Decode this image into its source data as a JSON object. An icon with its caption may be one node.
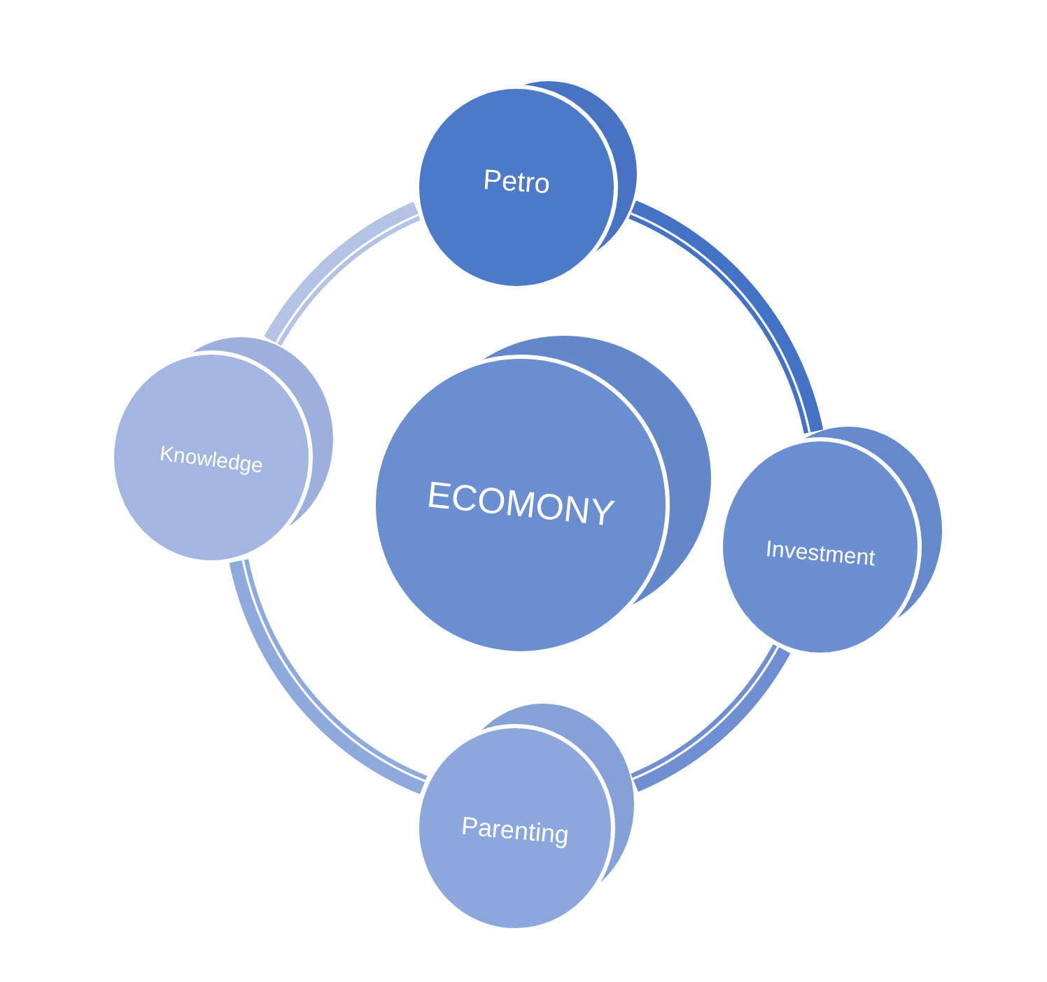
{
  "diagram": {
    "nodes": [
      {
        "text": [
          "Petro"
        ]
      },
      {
        "text": [
          "Knowledge"
        ]
      },
      {
        "text": [
          "ECOMONY"
        ]
      },
      {
        "text": [
          "Investment"
        ]
      },
      {
        "text": [
          "Parenting"
        ]
      }
    ],
    "edges": [
      {
        "from": 0,
        "to": 3,
        "arrow": "none",
        "color": "#4472c4"
      },
      {
        "from": 3,
        "to": 4,
        "arrow": "none",
        "color": "#6f8fd2"
      },
      {
        "from": 4,
        "to": 1,
        "arrow": "none",
        "color": "#8ea9db"
      },
      {
        "from": 1,
        "to": 0,
        "arrow": "none",
        "color": "#b4c3e5"
      }
    ]
  }
}
